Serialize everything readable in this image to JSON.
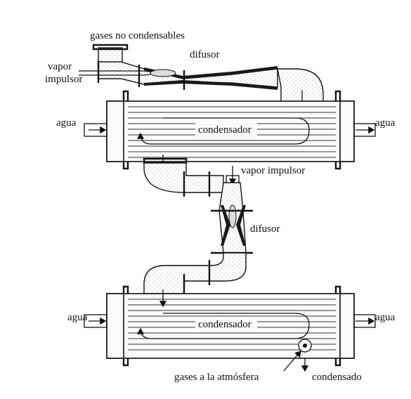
{
  "labels": {
    "gases_no_condensables": "gases no condensables",
    "vapor": "vapor",
    "impulsor": "impulsor",
    "difusor_top": "difusor",
    "agua_1_left": "agua",
    "agua_1_right": "agua",
    "condensador_1": "condensador",
    "vapor_impulsor_2": "vapor impulsor",
    "difusor_2": "difusor",
    "agua_2_left": "agua",
    "agua_2_right": "agua",
    "condensador_2": "condensador",
    "gases_a_la_atmosfera": "gases a la atmósfera",
    "condensado": "condensado"
  },
  "icons": {
    "ejector_1": "steam-ejector-icon",
    "ejector_2": "steam-ejector-icon",
    "condenser_1": "shell-and-tube-condenser-icon",
    "condenser_2": "shell-and-tube-condenser-icon"
  }
}
